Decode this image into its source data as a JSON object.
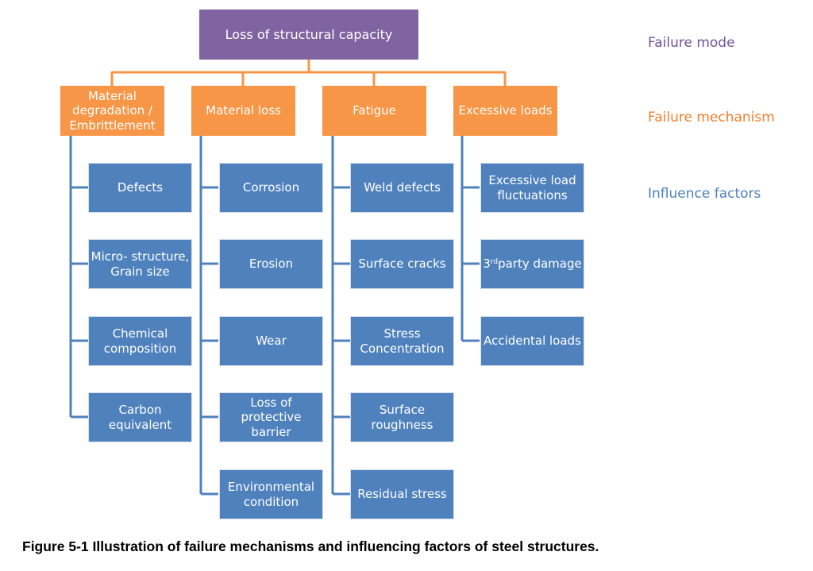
{
  "failure_mode": "Loss of structural capacity",
  "mechanisms": [
    {
      "label": "Material\ndegradation /\nEmbrittlement",
      "factors": [
        "Defects",
        "Micro- structure,\nGrain size",
        "Chemical\ncomposition",
        "Carbon\nequivalent"
      ]
    },
    {
      "label": "Material loss",
      "factors": [
        "Corrosion",
        "Erosion",
        "Wear",
        "Loss of\nprotective\nbarrier",
        "Environmental\ncondition"
      ]
    },
    {
      "label": "Fatigue",
      "factors": [
        "Weld defects",
        "Surface  cracks",
        "Stress\nConcentration",
        "Surface\nroughness",
        "Residual stress"
      ]
    },
    {
      "label": "Excessive loads",
      "factors": [
        "Excessive  load\nfluctuations",
        "3rd party damage",
        "Accidental loads"
      ]
    }
  ],
  "legend": {
    "mode": "Failure mode",
    "mechanism": "Failure mechanism",
    "factors": "Influence factors"
  },
  "caption": "Figure 5-1 Illustration of failure mechanisms and influencing factors of steel structures.",
  "colors": {
    "mode": "#8064a2",
    "mechanism": "#f79646",
    "factor": "#4f81bd",
    "connector_orange": "#f79646",
    "connector_blue": "#4f81bd"
  }
}
